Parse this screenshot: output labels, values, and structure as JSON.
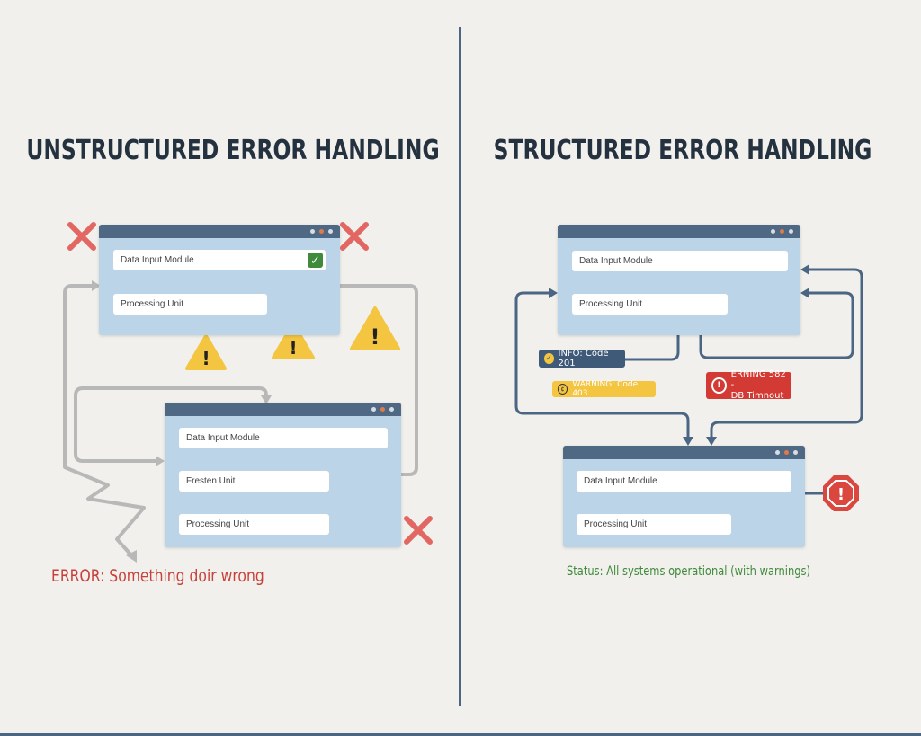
{
  "left": {
    "title": "UNSTRUCTURED ERROR HANDLING",
    "top_window": {
      "fields": [
        "Data Input Module",
        "Processing Unit"
      ]
    },
    "bottom_window": {
      "fields": [
        "Data Input Module",
        "Fresten Unit",
        "Processing Unit"
      ]
    },
    "error_text": "ERROR: Something doir wrong"
  },
  "right": {
    "title": "STRUCTURED ERROR HANDLING",
    "top_window": {
      "fields": [
        "Data Input Module",
        "Processing Unit"
      ]
    },
    "bottom_window": {
      "fields": [
        "Data Input Module",
        "Processing Unit"
      ]
    },
    "badges": {
      "info": "INFO: Code 201",
      "warning": "WARNING: Code 403",
      "error_line1": "ERNING 582 -",
      "error_line2": "DB Timnout"
    },
    "status_text": "Status: All systems operational (with warnings)"
  },
  "colors": {
    "error": "#c9403a",
    "warning": "#f3c541",
    "success": "#3f8a3b",
    "info": "#3e5a78",
    "connector": "#4a6683"
  }
}
